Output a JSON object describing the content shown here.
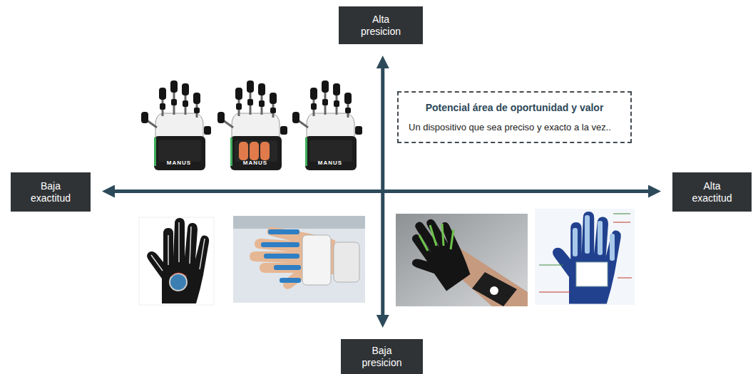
{
  "diagram": {
    "nodes": [
      {
        "text": [
          "Alta presicion"
        ]
      },
      {
        "text": [
          "Potencial área de oportunidad y valor",
          "Un dispositivo que sea preciso y exacto a la vez.."
        ]
      },
      {
        "text": [
          "Baja exactitud"
        ]
      },
      {
        "text": [
          "Alta exactitud"
        ]
      },
      {
        "text": [
          "Baja presicion"
        ]
      }
    ],
    "edges": [
      {
        "from": 4,
        "to": 0,
        "arrow": "both"
      },
      {
        "from": 2,
        "to": 3,
        "arrow": "both"
      }
    ],
    "labels": [
      "MANUS",
      "MANUS",
      "MANUS"
    ]
  }
}
